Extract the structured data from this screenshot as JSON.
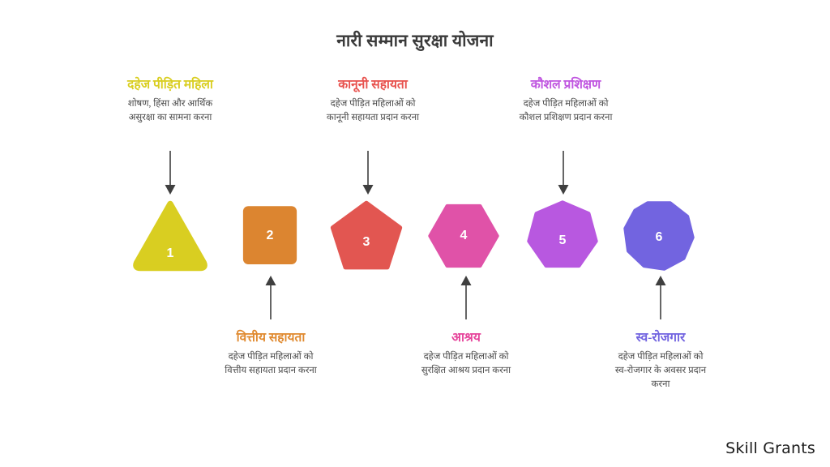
{
  "title": "नारी सम्मान सुरक्षा योजना",
  "watermark": "Skill Grants",
  "colors": {
    "title": "#3b3b3b",
    "arrow": "#3f3f3f",
    "description": "#4a4a4a",
    "background": "#ffffff"
  },
  "steps": [
    {
      "number": "1",
      "heading": "दहेज पीड़ित महिला",
      "desc_line1": "शोषण, हिंसा और आर्थिक",
      "desc_line2": "असुरक्षा का सामना करना",
      "desc_line3": "",
      "color": "#D9CE21",
      "shape": "triangle",
      "position": "top"
    },
    {
      "number": "2",
      "heading": "वित्तीय सहायता",
      "desc_line1": "दहेज पीड़ित महिलाओं को",
      "desc_line2": "वित्तीय सहायता प्रदान करना",
      "desc_line3": "",
      "color": "#DC8530",
      "shape": "square",
      "position": "bottom"
    },
    {
      "number": "3",
      "heading": "कानूनी सहायता",
      "desc_line1": "दहेज पीड़ित महिलाओं को",
      "desc_line2": "कानूनी सहायता प्रदान करना",
      "desc_line3": "",
      "color": "#E25651",
      "shape": "pentagon",
      "position": "top"
    },
    {
      "number": "4",
      "heading": "आश्रय",
      "desc_line1": "दहेज पीड़ित महिलाओं को",
      "desc_line2": "सुरक्षित आश्रय प्रदान करना",
      "desc_line3": "",
      "color": "#E052A8",
      "shape": "hexagon",
      "position": "bottom"
    },
    {
      "number": "5",
      "heading": "कौशल प्रशिक्षण",
      "desc_line1": "दहेज पीड़ित महिलाओं को",
      "desc_line2": "कौशल प्रशिक्षण प्रदान करना",
      "desc_line3": "",
      "color": "#B858E0",
      "shape": "heptagon",
      "position": "top"
    },
    {
      "number": "6",
      "heading": "स्व-रोजगार",
      "desc_line1": "दहेज पीड़ित महिलाओं को",
      "desc_line2": "स्व-रोजगार के अवसर प्रदान",
      "desc_line3": "करना",
      "color": "#7264E0",
      "shape": "octagon",
      "position": "bottom"
    }
  ]
}
